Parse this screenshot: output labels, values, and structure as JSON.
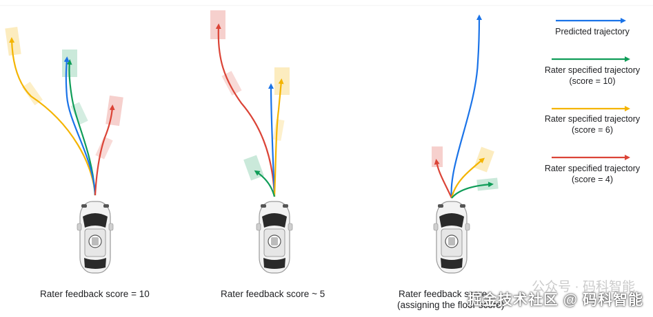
{
  "colors": {
    "predicted": "#1a73e8",
    "score10": "#0f9d58",
    "score6": "#f4b400",
    "score4": "#db4437"
  },
  "legend": {
    "predicted": "Predicted trajectory",
    "score10_line1": "Rater specified trajectory",
    "score10_line2": "(score = 10)",
    "score6_line1": "Rater specified trajectory",
    "score6_line2": "(score = 6)",
    "score4_line1": "Rater specified trajectory",
    "score4_line2": "(score = 4)"
  },
  "panels": [
    {
      "caption_line1": "Rater feedback score = 10",
      "caption_line2": ""
    },
    {
      "caption_line1": "Rater feedback score ~ 5",
      "caption_line2": ""
    },
    {
      "caption_line1": "Rater feedback score",
      "caption_line2": "(assigning the floor score)"
    }
  ],
  "watermark": {
    "main": "掘金技术社区 @ 码科智能",
    "faint": "公众号 · 码科智能"
  }
}
